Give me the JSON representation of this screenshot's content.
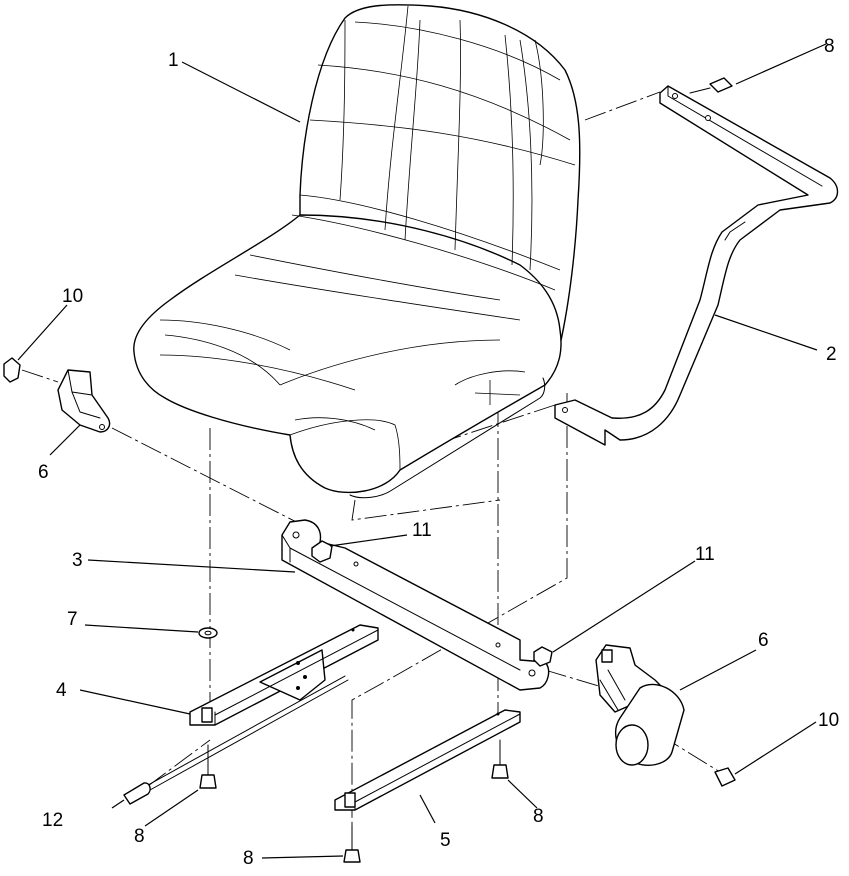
{
  "callouts": {
    "seat": "1",
    "seat_support": "2",
    "mount_bracket": "3",
    "slide_track_left": "4",
    "slide_track_right": "5",
    "belt_buckle": "6",
    "belt_retractor": "6",
    "washer": "7",
    "bolt_support": "8",
    "bolt_track_left": "8",
    "bolt_track_right": "8",
    "bolt_bottom": "8",
    "bolt_buckle": "10",
    "bolt_retractor": "10",
    "nut_upper": "11",
    "nut_lower": "11",
    "grip": "12"
  },
  "icons": {
    "seat": "seat-icon",
    "support": "seat-support-icon",
    "bracket": "mount-bracket-icon",
    "track": "slide-track-icon",
    "buckle": "belt-buckle-icon",
    "retractor": "belt-retractor-icon",
    "bolt": "bolt-icon",
    "nut": "nut-icon",
    "washer": "washer-icon"
  },
  "colors": {
    "line": "#000000",
    "background": "#ffffff"
  }
}
